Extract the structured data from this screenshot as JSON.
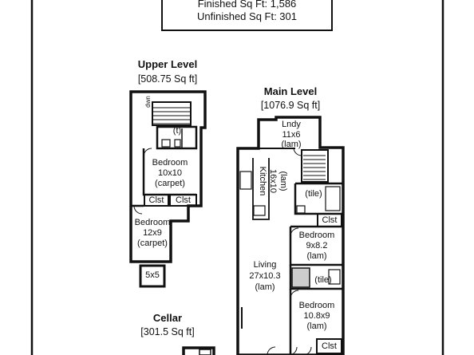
{
  "summary": {
    "finished": "Finished Sq Ft: 1,586",
    "unfinished": "Unfinished Sq Ft: 301"
  },
  "upper_level": {
    "title": "Upper Level",
    "area": "[508.75 Sq ft]",
    "rooms": {
      "bath": "(t)",
      "bedroom1": [
        "Bedroom",
        "10x10",
        "(carpet)"
      ],
      "closet1": "Clst",
      "closet2": "Clst",
      "bedroom2": [
        "Bedroom",
        "12x9",
        "(carpet)"
      ],
      "balcony": "5x5",
      "stair": "dwn"
    }
  },
  "main_level": {
    "title": "Main Level",
    "area": "[1076.9 Sq ft]",
    "rooms": {
      "laundry": [
        "Lndy",
        "11x6",
        "(lam)"
      ],
      "kitchen": [
        "Kitchen",
        "16x10",
        "(lam)"
      ],
      "bath1": "(tile)",
      "closet": "Clst",
      "bedroom1": [
        "Bedroom",
        "9x8.2",
        "(lam)"
      ],
      "living": [
        "Living",
        "27x10.3",
        "(lam)"
      ],
      "bath2": "(tile)",
      "bedroom2": [
        "Bedroom",
        "10.8x9",
        "(lam)"
      ],
      "closet2": "Clst"
    }
  },
  "cellar": {
    "title": "Cellar",
    "area": "[301.5 Sq ft]"
  },
  "colors": {
    "line": "#111111",
    "background": "#ffffff",
    "tile": "#cccccc"
  }
}
